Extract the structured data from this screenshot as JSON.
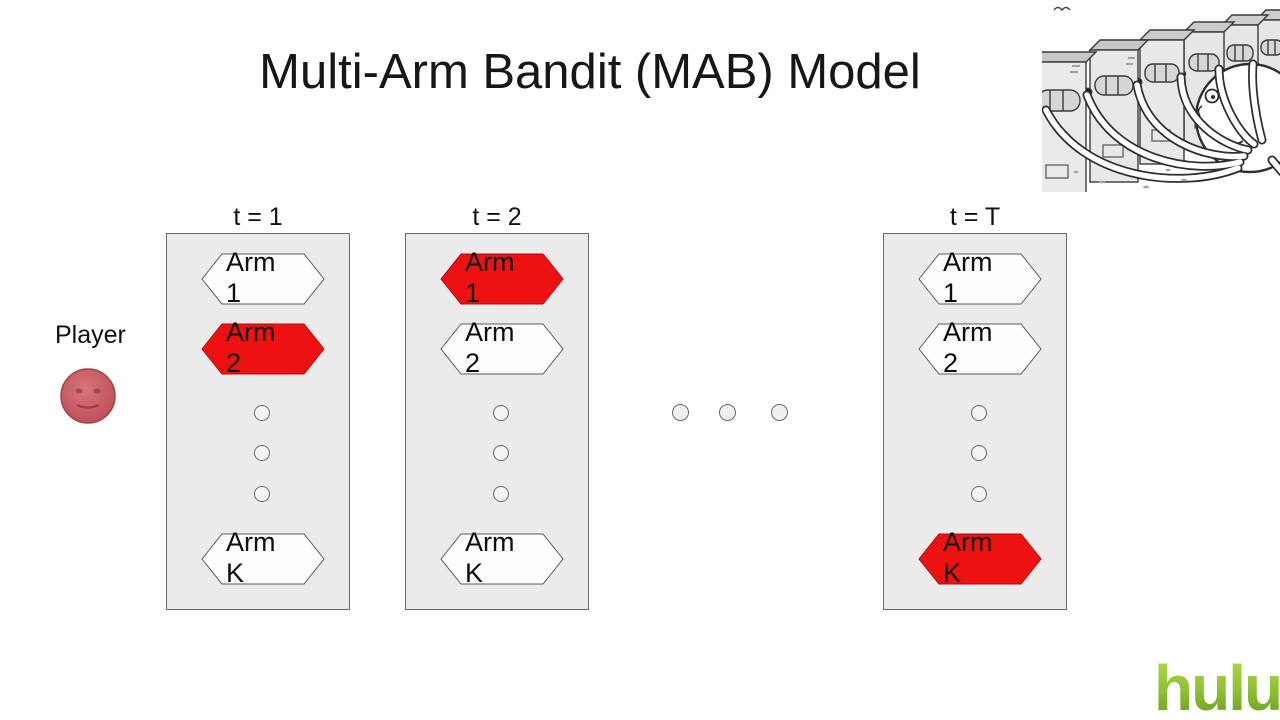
{
  "slide": {
    "title": "Multi-Arm Bandit (MAB) Model",
    "player_label": "Player"
  },
  "columns": [
    {
      "time_label": "t = 1",
      "arms": [
        {
          "line1": "Arm",
          "line2": "1",
          "selected": false
        },
        {
          "line1": "Arm",
          "line2": "2",
          "selected": true
        },
        {
          "line1": "Arm",
          "line2": "K",
          "selected": false
        }
      ]
    },
    {
      "time_label": "t = 2",
      "arms": [
        {
          "line1": "Arm",
          "line2": "1",
          "selected": true
        },
        {
          "line1": "Arm",
          "line2": "2",
          "selected": false
        },
        {
          "line1": "Arm",
          "line2": "K",
          "selected": false
        }
      ]
    },
    {
      "time_label": "t = T",
      "arms": [
        {
          "line1": "Arm",
          "line2": "1",
          "selected": false
        },
        {
          "line1": "Arm",
          "line2": "2",
          "selected": false
        },
        {
          "line1": "Arm",
          "line2": "K",
          "selected": true
        }
      ]
    }
  ],
  "branding": {
    "logo_text": "hulu"
  },
  "illustration": {
    "alt": "cartoon octopus pulling the levers of a row of slot machines"
  },
  "colors": {
    "selected_arm_red": "#ee1111",
    "panel_bg": "#ebebeb",
    "panel_border": "#6b6b6b",
    "player_red": "#c2505a",
    "hulu_green_top": "#b2d746",
    "hulu_green_bottom": "#6d9e22"
  }
}
